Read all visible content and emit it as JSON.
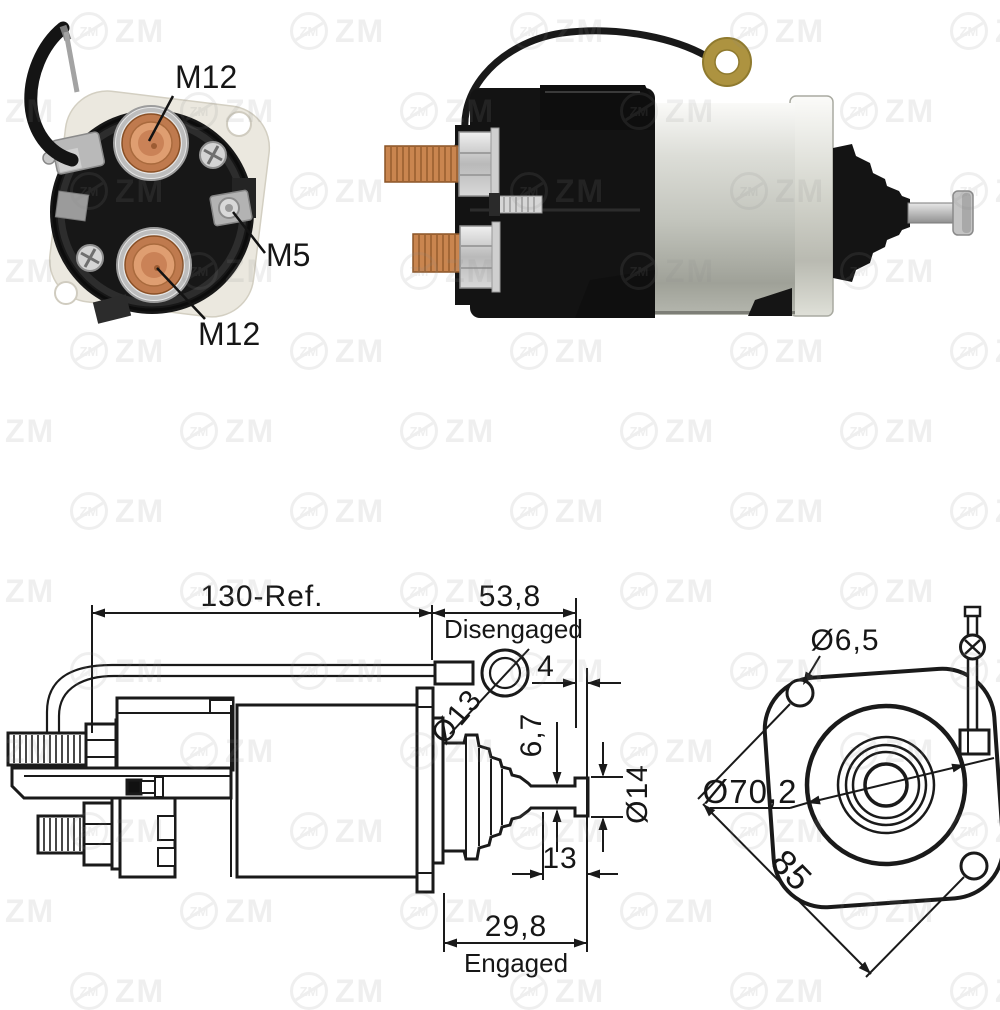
{
  "brand_watermark": {
    "label": "ZM"
  },
  "end_view": {
    "terminal_top_label": "M12",
    "terminal_small_label": "M5",
    "terminal_bottom_label": "M12"
  },
  "side_drawing": {
    "overall_length": "130-Ref.",
    "front_length": "53,8",
    "disengaged_label": "Disengaged",
    "pin_gap": "4",
    "eyelet_diameter": "Ø13",
    "shaft_diameter": "6,7",
    "pin_diameter": "Ø14",
    "pin_length": "13",
    "engaged_length": "29,8",
    "engaged_label": "Engaged"
  },
  "flange_drawing": {
    "mount_hole_diameter": "Ø6,5",
    "pilot_diameter": "Ø70,2",
    "hole_spacing": "85"
  },
  "colors": {
    "line": "#1a1a1a",
    "copper": "#c9854f",
    "copper_light": "#e0a077",
    "brass": "#ad9340",
    "silver": "#c9cbc3",
    "black_plastic": "#141414",
    "plate": "#ebe8df"
  }
}
